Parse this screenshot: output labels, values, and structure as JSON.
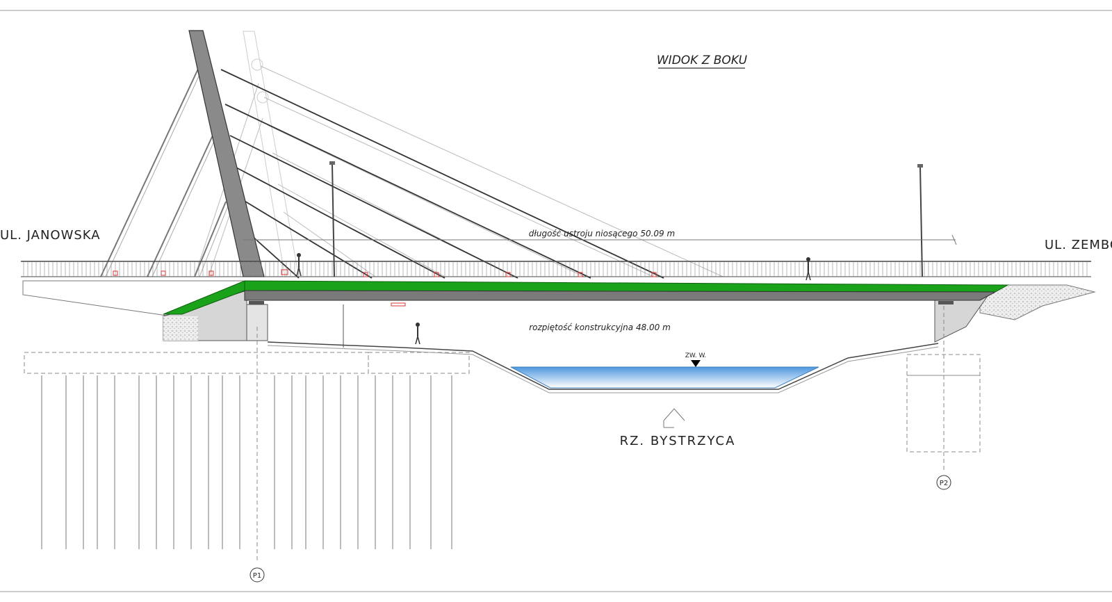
{
  "title": "WIDOK Z BOKU",
  "street_left": "UL. JANOWSKA",
  "street_right": "UL. ZEMBO",
  "deck_length_label": "długość ustroju niosącego 50.09 m",
  "span_label": "rozpiętość konstrukcyjna 48.00 m",
  "water_level_label": "ZW. W.",
  "river_label": "RZ. BYSTRZYCA",
  "pier_left_label": "P1",
  "pier_right_label": "P2",
  "colors": {
    "deck_top": "#1aa31a",
    "pylon": "#8a8a8a",
    "water_top": "#5a9fe0",
    "abutment": "#d6d6d6"
  }
}
